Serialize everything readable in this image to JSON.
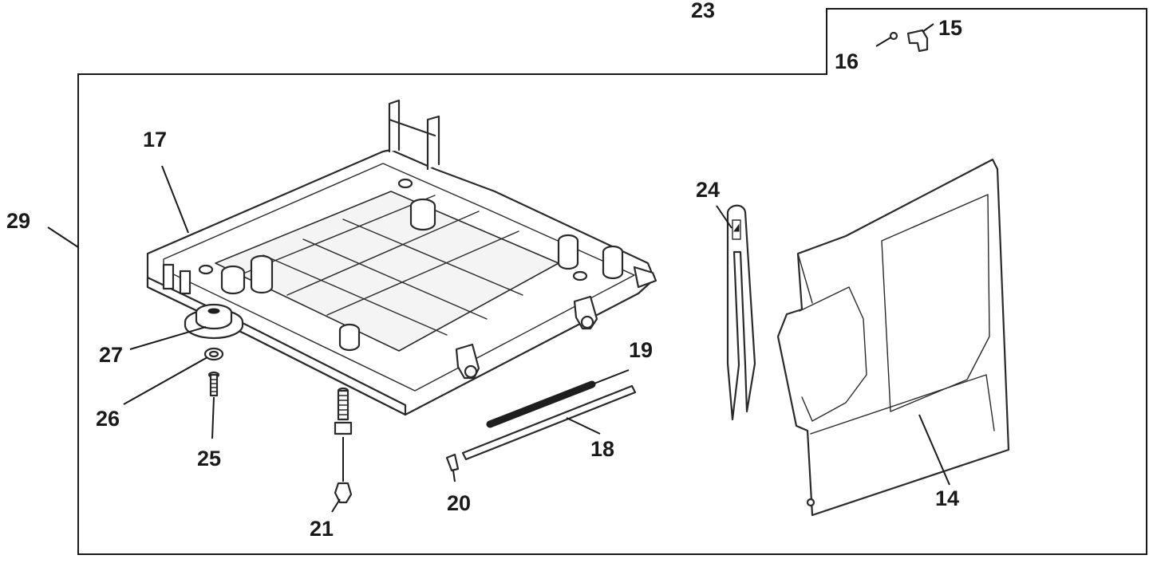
{
  "callouts": {
    "c14": "14",
    "c15": "15",
    "c16": "16",
    "c17": "17",
    "c18": "18",
    "c19": "19",
    "c20": "20",
    "c21": "21",
    "c23": "23",
    "c24": "24",
    "c25": "25",
    "c26": "26",
    "c27": "27",
    "c29": "29"
  }
}
